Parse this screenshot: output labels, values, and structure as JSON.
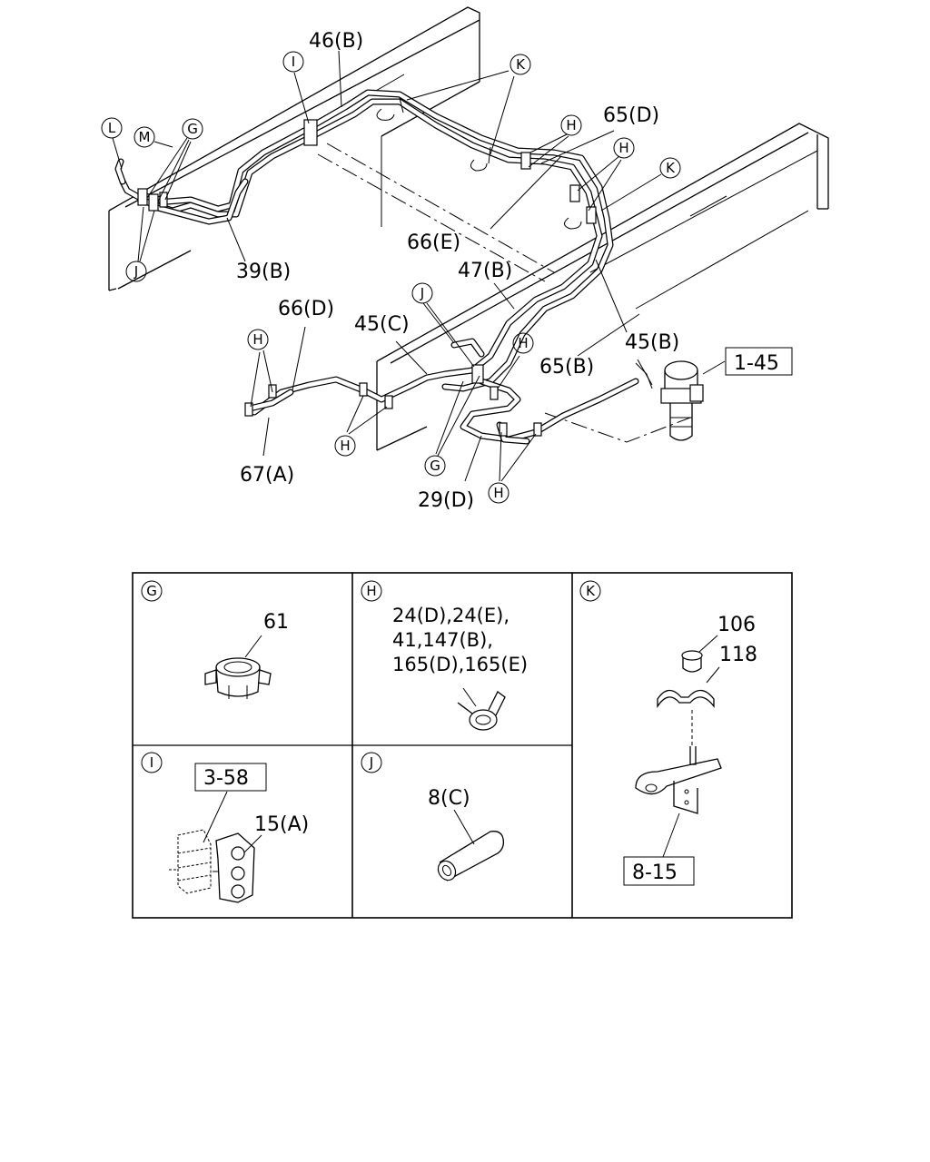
{
  "main_callouts": {
    "p46b": "46(B)",
    "p65d": "65(D)",
    "p39b": "39(B)",
    "p66e": "66(E)",
    "p47b": "47(B)",
    "p66d": "66(D)",
    "p45c": "45(C)",
    "p45b": "45(B)",
    "p65b": "65(B)",
    "p67a": "67(A)",
    "p29d": "29(D)",
    "ref145": "1-45"
  },
  "circle_letters": {
    "I": "I",
    "K": "K",
    "L": "L",
    "M": "M",
    "G": "G",
    "H": "H",
    "J": "J"
  },
  "panels": {
    "g": {
      "letter": "G",
      "part": "61"
    },
    "h": {
      "letter": "H",
      "line1": "24(D),24(E),",
      "line2": "41,147(B),",
      "line3": "165(D),165(E)"
    },
    "k": {
      "letter": "K",
      "part_nut": "106",
      "part_clip": "118",
      "ref": "8-15"
    },
    "i": {
      "letter": "I",
      "ref": "3-58",
      "part": "15(A)"
    },
    "j": {
      "letter": "J",
      "part": "8(C)"
    }
  }
}
